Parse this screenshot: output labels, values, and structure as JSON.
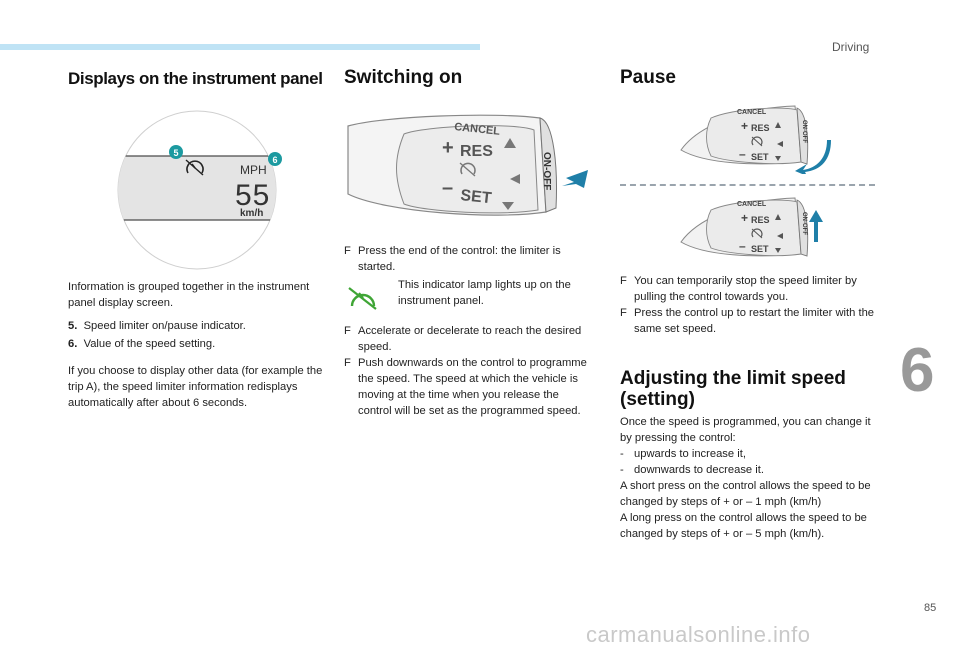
{
  "header": {
    "section": "Driving",
    "chapter": "6",
    "page_number": "85"
  },
  "watermark": "carmanualsonline.info",
  "col1": {
    "title": "Displays on the instrument panel",
    "display": {
      "unit_top": "MPH",
      "speed": "55",
      "unit_bottom": "km/h",
      "callout_5": "5",
      "callout_6": "6"
    },
    "intro": "Information is grouped together in the instrument panel display screen.",
    "items": [
      {
        "num": "5.",
        "text": "Speed limiter on/pause indicator."
      },
      {
        "num": "6.",
        "text": "Value of the speed setting."
      }
    ],
    "note": "If you choose to display other data (for example the trip A), the speed limiter information redisplays automatically after about 6 seconds."
  },
  "col2": {
    "title": "Switching on",
    "stalk": {
      "cancel": "CANCEL",
      "res": "RES",
      "set": "SET",
      "onoff": "ON-OFF"
    },
    "step1": "Press the end of the control: the limiter is started.",
    "indicator_text": "This indicator lamp lights up on the instrument panel.",
    "step2": "Accelerate or decelerate to reach the desired speed.",
    "step3": "Push downwards on the control to programme the speed. The speed at which the vehicle is moving at the time when you release the control will be set as the programmed speed."
  },
  "col3": {
    "title": "Pause",
    "stalk": {
      "cancel": "CANCEL",
      "res": "RES",
      "set": "SET",
      "onoff": "ON-OFF"
    },
    "bullets": [
      "You can temporarily stop the speed limiter by pulling the control towards you.",
      "Press the control up to restart the limiter with the same set speed."
    ],
    "title2": "Adjusting the limit speed (setting)",
    "adjust_intro": "Once the speed is programmed, you can change it by pressing the control:",
    "dash_items": [
      "upwards to increase it,",
      "downwards to decrease it."
    ],
    "short_press": "A short press on the control allows the speed to be changed by steps of + or – 1 mph (km/h)",
    "long_press": "A long press on the control allows the speed to be changed by steps of + or – 5 mph (km/h)."
  },
  "bullet_marker": "F",
  "dash_marker": "-",
  "colors": {
    "accent_blue": "#1d7fa8",
    "teal_callout": "#1c9aa0",
    "arrow": "#1f7fa8",
    "indicator_green": "#3fa535",
    "topbar": "#bfe3f5"
  }
}
